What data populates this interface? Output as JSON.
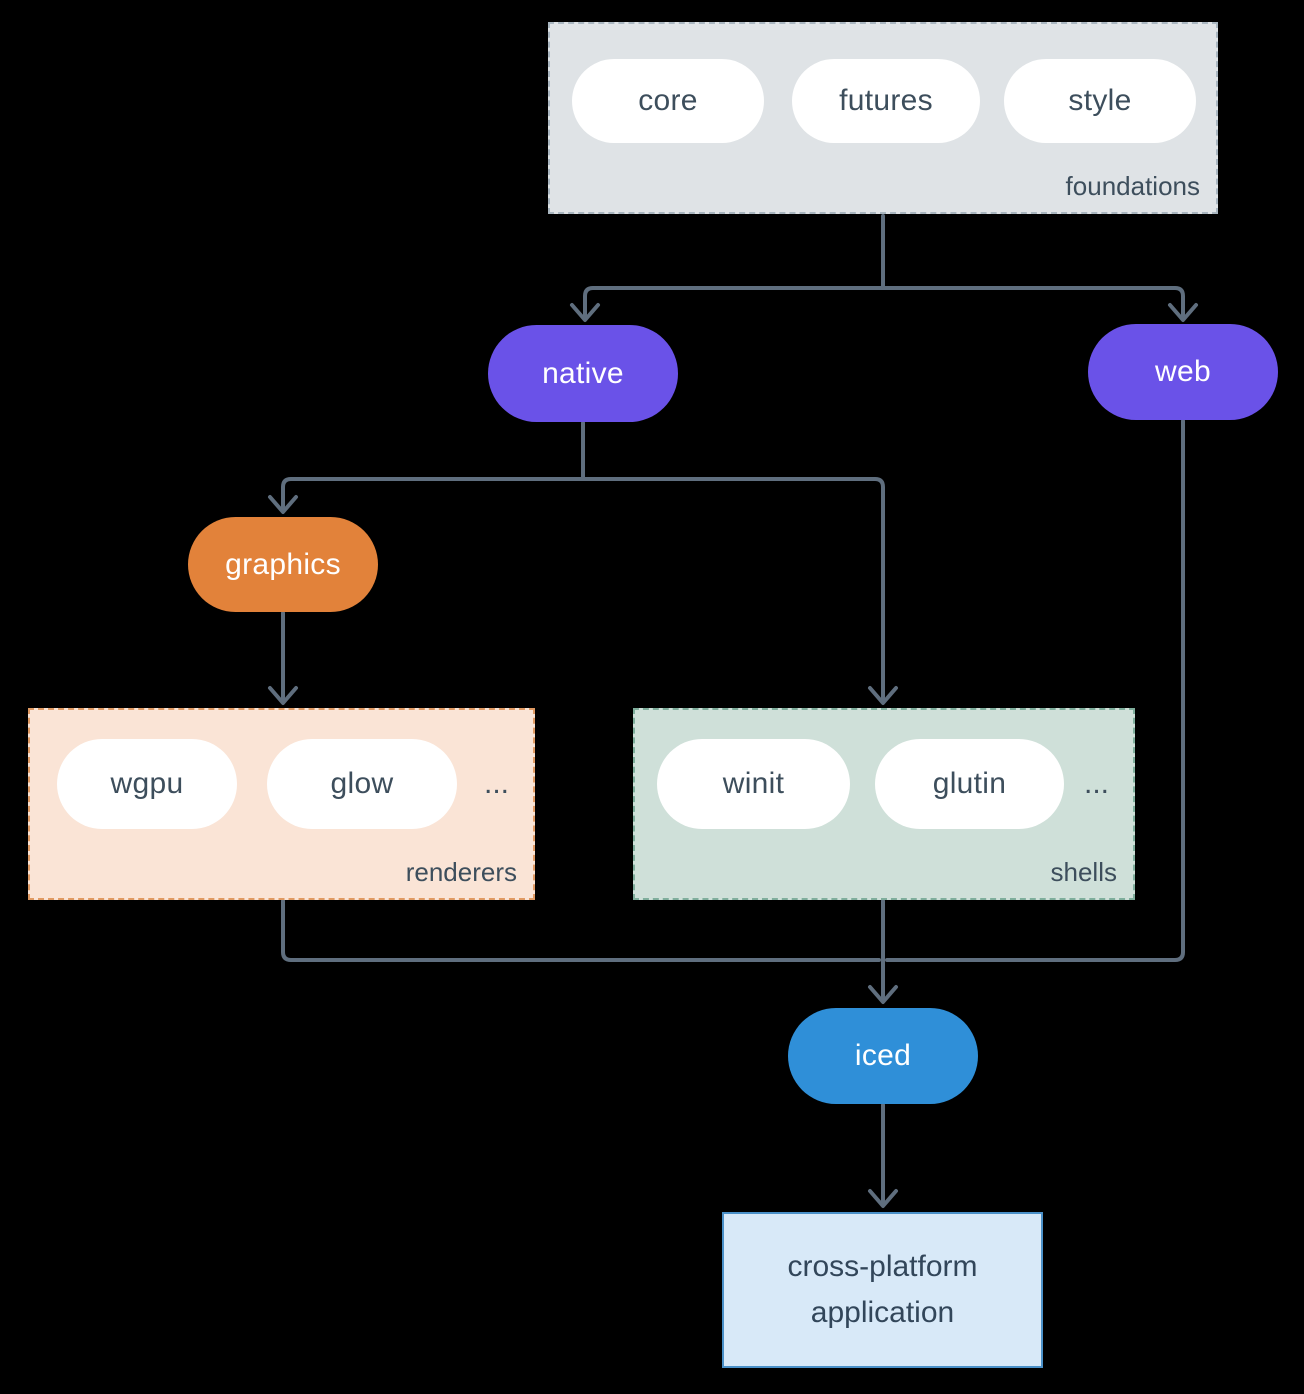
{
  "nodes": {
    "foundations": {
      "label": "foundations",
      "items": [
        "core",
        "futures",
        "style"
      ]
    },
    "native": {
      "label": "native"
    },
    "web": {
      "label": "web"
    },
    "graphics": {
      "label": "graphics"
    },
    "renderers": {
      "label": "renderers",
      "items": [
        "wgpu",
        "glow",
        "..."
      ]
    },
    "shells": {
      "label": "shells",
      "items": [
        "winit",
        "glutin",
        "..."
      ]
    },
    "iced": {
      "label": "iced"
    },
    "application": {
      "label": "cross-platform application"
    }
  },
  "edges": [
    {
      "from": "foundations",
      "to": "native"
    },
    {
      "from": "foundations",
      "to": "web"
    },
    {
      "from": "native",
      "to": "graphics"
    },
    {
      "from": "native",
      "to": "shells"
    },
    {
      "from": "graphics",
      "to": "renderers"
    },
    {
      "from": "renderers",
      "to": "iced"
    },
    {
      "from": "shells",
      "to": "iced"
    },
    {
      "from": "web",
      "to": "iced"
    },
    {
      "from": "iced",
      "to": "application"
    }
  ],
  "colors": {
    "background": "#000000",
    "arrow": "#5f6e7e",
    "foundations_bg": "#dfe3e6",
    "foundations_border": "#a9b6c0",
    "pill_bg": "#ffffff",
    "pill_text": "#3d4e5c",
    "native_web_bg": "#6a52e8",
    "graphics_bg": "#e2823a",
    "iced_bg": "#2f8fd8",
    "renderers_bg": "#fae4d6",
    "renderers_border": "#e09a63",
    "shells_bg": "#cfe0d9",
    "shells_border": "#7fae9c",
    "application_bg": "#d8e9f8",
    "application_border": "#4a90c8"
  }
}
